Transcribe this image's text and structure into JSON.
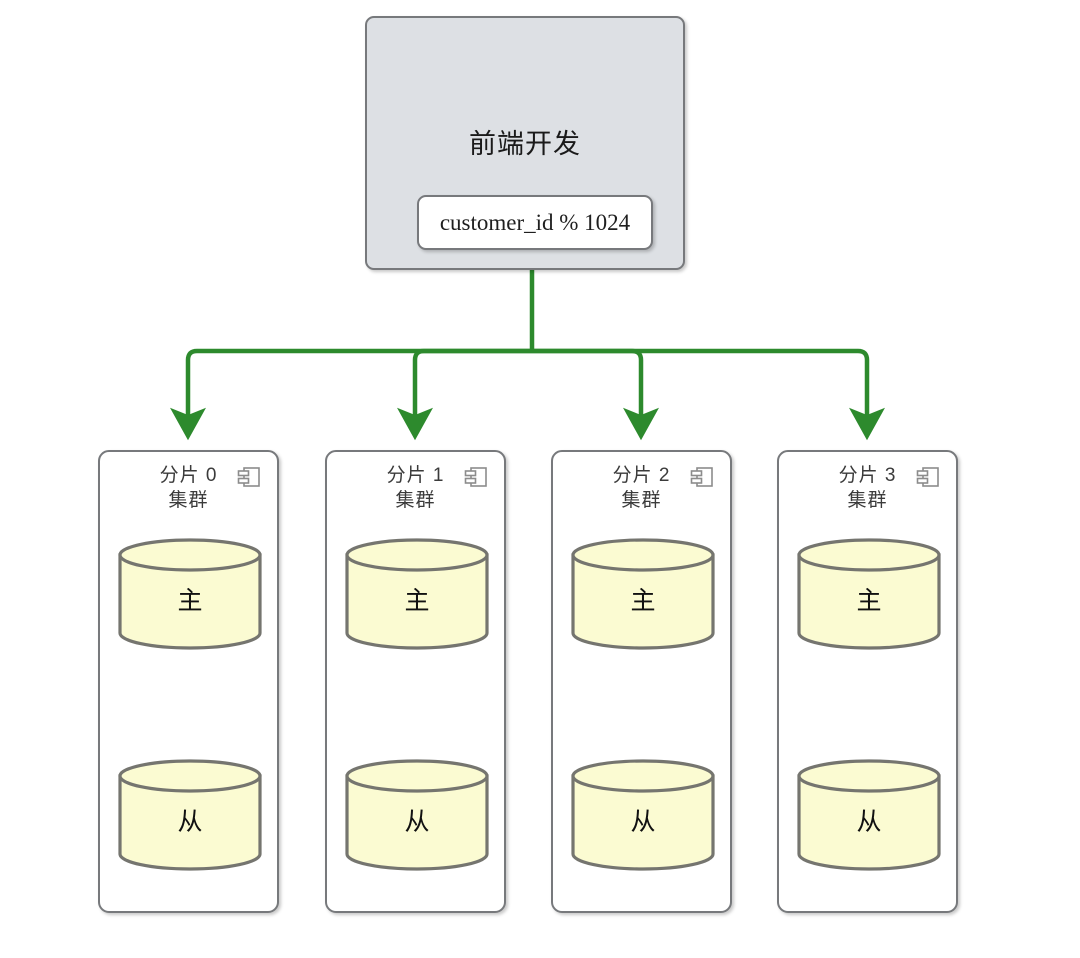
{
  "diagram": {
    "type": "architecture-sharding-diagram",
    "colors": {
      "frontend_fill": "#dde0e4",
      "node_stroke": "#77797c",
      "shard_route_edge": "#2d8a2d",
      "replication_edge": "#2270c8",
      "database_fill": "#fbfbd2",
      "database_stroke": "#77797c",
      "cluster_fill": "#ffffff",
      "text": "#1a1a1a"
    },
    "frontend": {
      "title": "前端开发",
      "shard_key_expression": "customer_id % 1024",
      "icon": "none"
    },
    "clusters": [
      {
        "label_line1": "分片 0",
        "label_line2": "集群",
        "icon": "component-icon",
        "databases": [
          {
            "role": "primary",
            "label": "主"
          },
          {
            "role": "replica",
            "label": "从"
          }
        ]
      },
      {
        "label_line1": "分片 1",
        "label_line2": "集群",
        "icon": "component-icon",
        "databases": [
          {
            "role": "primary",
            "label": "主"
          },
          {
            "role": "replica",
            "label": "从"
          }
        ]
      },
      {
        "label_line1": "分片 2",
        "label_line2": "集群",
        "icon": "component-icon",
        "databases": [
          {
            "role": "primary",
            "label": "主"
          },
          {
            "role": "replica",
            "label": "从"
          }
        ]
      },
      {
        "label_line1": "分片 3",
        "label_line2": "集群",
        "icon": "component-icon",
        "databases": [
          {
            "role": "primary",
            "label": "主"
          },
          {
            "role": "replica",
            "label": "从"
          }
        ]
      }
    ],
    "edges": {
      "routing": {
        "from": "前端开发",
        "to": [
          "分片 0 集群",
          "分片 1 集群",
          "分片 2 集群",
          "分片 3 集群"
        ],
        "color": "#2d8a2d",
        "arrow": "end"
      },
      "replication": {
        "from": "主",
        "to": "从",
        "color": "#2270c8",
        "arrow": "end"
      }
    }
  }
}
